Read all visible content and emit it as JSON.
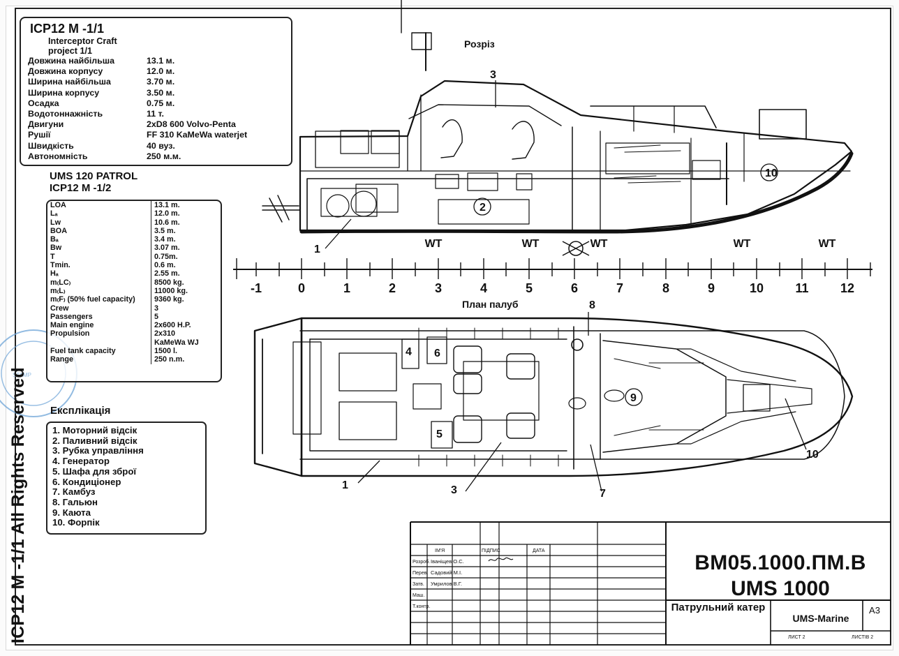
{
  "vertical_title": "ICP12 M -1/1 All Rights Reserved",
  "project_box": {
    "title": "ICP12 M -1/1",
    "subtitle_1": "Interceptor Craft",
    "subtitle_2": "project 1/1",
    "specs": [
      {
        "label": "Довжина найбільша",
        "value": "13.1 м."
      },
      {
        "label": "Довжина корпусу",
        "value": "12.0 м."
      },
      {
        "label": "Ширина найбільша",
        "value": "3.70 м."
      },
      {
        "label": "Ширина корпусу",
        "value": "3.50 м."
      },
      {
        "label": "Осадка",
        "value": "0.75 м."
      },
      {
        "label": "Водотоннажність",
        "value": "11 т."
      },
      {
        "label": "Двигуни",
        "value": "2xD8 600 Volvo-Penta"
      },
      {
        "label": "Рушії",
        "value": "FF 310 KaMeWa waterjet"
      },
      {
        "label": "Швидкість",
        "value": "40 вуз."
      },
      {
        "label": "Автономність",
        "value": "250 м.м."
      }
    ]
  },
  "ums_patrol": {
    "heading_1": "UMS 120 PATROL",
    "heading_2": "ICP12 M -1/2",
    "rows": [
      {
        "label": "LOA",
        "value": "13.1 m."
      },
      {
        "label": "Lₐ",
        "value": "12.0 m."
      },
      {
        "label": "Lw",
        "value": "10.6 m."
      },
      {
        "label": "BOA",
        "value": "3.5 m."
      },
      {
        "label": "Bₐ",
        "value": "3.4 m."
      },
      {
        "label": "Bw",
        "value": "3.07 m."
      },
      {
        "label": "T",
        "value": "0.75m."
      },
      {
        "label": "Tmin.",
        "value": "0.6 m."
      },
      {
        "label": "Hₐ",
        "value": "2.55 m."
      },
      {
        "label": "m₍LC₎",
        "value": "8500 kg."
      },
      {
        "label": "m₍L₎",
        "value": "11000 kg."
      },
      {
        "label": "m₍F₎ (50% fuel capacity)",
        "value": "9360 kg."
      },
      {
        "label": "Crew",
        "value": "3"
      },
      {
        "label": "Passengers",
        "value": "5"
      },
      {
        "label": "Main engine",
        "value": "2x600 H.P."
      },
      {
        "label": "Propulsion",
        "value": "2x310"
      },
      {
        "label": "",
        "value": "KaMeWa WJ"
      },
      {
        "label": "Fuel tank capacity",
        "value": "1500 l."
      },
      {
        "label": "Range",
        "value": "250 n.m."
      }
    ]
  },
  "explication": {
    "title": "Експлікація",
    "items": [
      "1. Моторний відсік",
      "2. Паливний відсік",
      "3. Рубка управління",
      "4. Генератор",
      "5. Шафа для зброї",
      "6. Кондиціонер",
      "7. Камбуз",
      "8. Гальюн",
      "9. Каюта",
      "10. Форпік"
    ]
  },
  "drawing": {
    "section_title": "Розріз",
    "deck_plan_title": "План палуб",
    "wt_labels": [
      "WT",
      "WT",
      "WT",
      "WT",
      "WT"
    ],
    "scale_labels": [
      "-1",
      "0",
      "1",
      "2",
      "3",
      "4",
      "5",
      "6",
      "7",
      "8",
      "9",
      "10",
      "11",
      "12"
    ],
    "callouts": {
      "profile_1": "1",
      "profile_2": "2",
      "profile_3": "3",
      "profile_10": "10",
      "plan_1": "1",
      "plan_3": "3",
      "plan_4": "4",
      "plan_5": "5",
      "plan_6": "6",
      "plan_7": "7",
      "plan_8": "8",
      "plan_9": "9",
      "plan_10": "10"
    }
  },
  "title_block": {
    "headers": {
      "name": "ІМ'Я",
      "signature": "ПІДПИС",
      "date": "ДАТА"
    },
    "roles": [
      "Розроб.",
      "Перев.",
      "Затв.",
      "Маш.",
      "Т.контр."
    ],
    "people": [
      "Іваніщев О.С.",
      "Садовий М.І.",
      "Умрилов В.Г."
    ],
    "document_code": "ВМ05.1000.ПМ.В",
    "document_name": "UMS 1000",
    "description": "Патрульний катер",
    "company": "UMS-Marine",
    "format": "A3",
    "sheet_label": "ЛИСТ 2",
    "sheets_label": "ЛИСТІВ 2"
  }
}
